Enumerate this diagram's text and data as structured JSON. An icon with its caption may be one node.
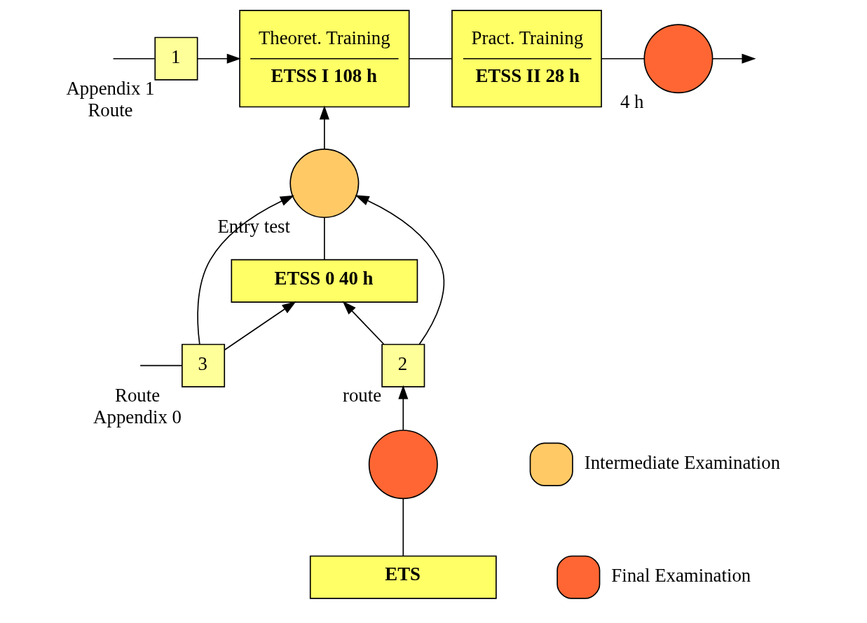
{
  "diagram": {
    "nodes": [
      {
        "text": [
          "Theoret. Training",
          "ETSS I 108 h"
        ]
      },
      {
        "text": [
          "Pract. Training",
          "ETSS II 28 h"
        ]
      },
      {
        "text": [],
        "shape": "circle",
        "beside": [
          "4 h"
        ]
      },
      {
        "text": [
          "1"
        ],
        "beside": [
          "Appendix 1",
          "Route"
        ]
      },
      {
        "text": [],
        "shape": "circle",
        "beside": [
          "Entry test"
        ]
      },
      {
        "text": [
          "ETSS 0 40 h"
        ]
      },
      {
        "text": [
          "3"
        ],
        "beside": [
          "Route",
          "Appendix 0"
        ]
      },
      {
        "text": [
          "2"
        ],
        "beside": [
          "route"
        ]
      },
      {
        "text": [],
        "shape": "circle"
      },
      {
        "text": [
          "ETS"
        ]
      }
    ],
    "edges": [
      {
        "from": null,
        "to": 3,
        "arrow": "none"
      },
      {
        "from": 3,
        "to": 0,
        "arrow": "to"
      },
      {
        "from": 0,
        "to": 1,
        "arrow": "none"
      },
      {
        "from": 1,
        "to": 2,
        "arrow": "none"
      },
      {
        "from": 2,
        "to": null,
        "arrow": "to"
      },
      {
        "from": 4,
        "to": 0,
        "arrow": "to"
      },
      {
        "from": 5,
        "to": 4,
        "arrow": "none"
      },
      {
        "from": 7,
        "to": 5,
        "arrow": "to"
      },
      {
        "from": 6,
        "to": 5,
        "arrow": "to"
      },
      {
        "from": 7,
        "to": 4,
        "arrow": "to"
      },
      {
        "from": 6,
        "to": 4,
        "arrow": "to"
      },
      {
        "from": null,
        "to": 6,
        "arrow": "none"
      },
      {
        "from": 8,
        "to": 7,
        "arrow": "to"
      },
      {
        "from": 9,
        "to": 8,
        "arrow": "none"
      }
    ],
    "legend": [
      {
        "text": "Intermediate Examination",
        "color": "#ffc966"
      },
      {
        "text": "Final Examination",
        "color": "#ff6633"
      }
    ]
  }
}
